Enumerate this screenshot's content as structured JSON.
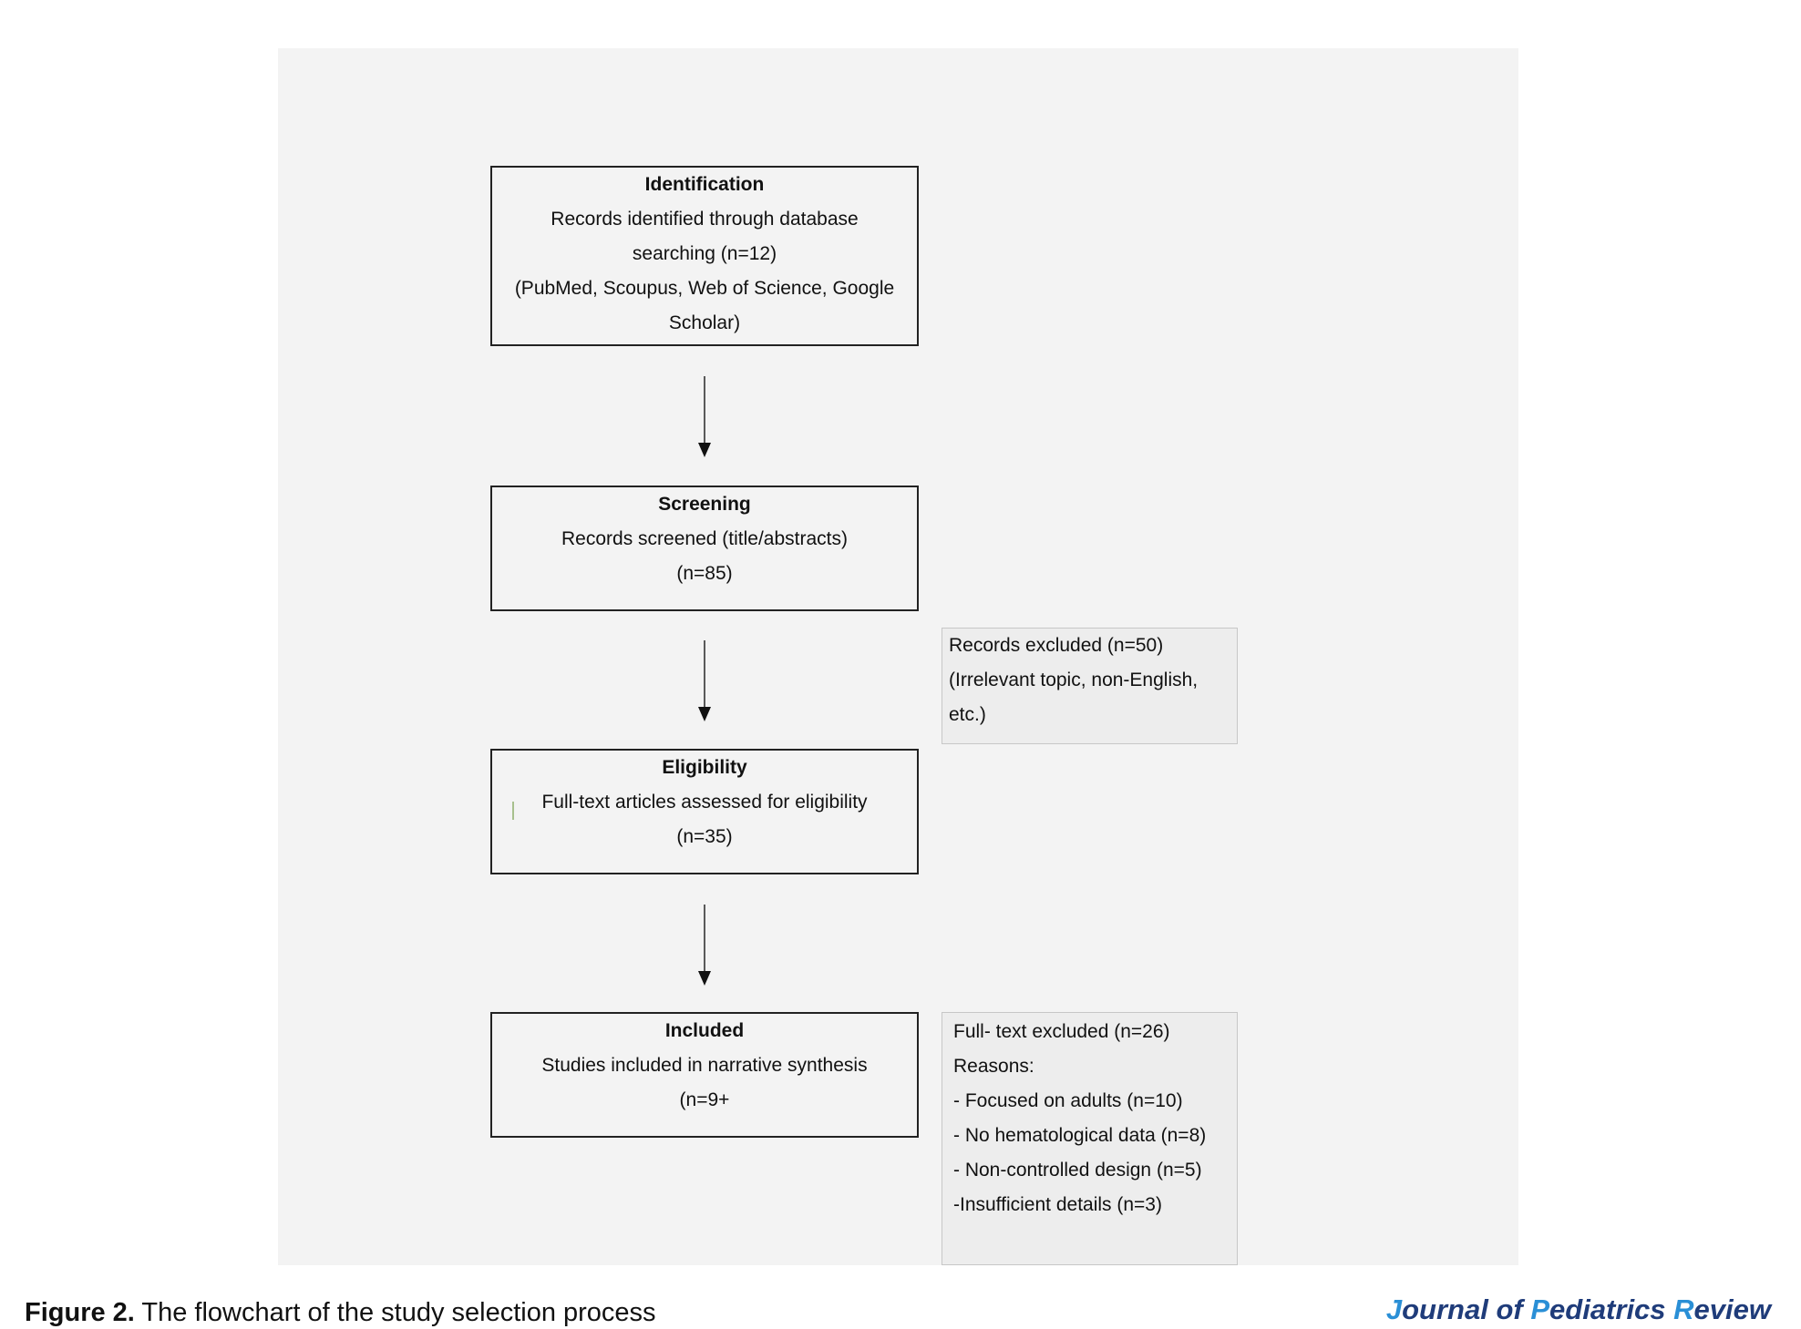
{
  "flow": {
    "identification": {
      "title": "Identification",
      "lines": [
        "Records identified through database",
        "searching (n=12)",
        "(PubMed, Scoupus, Web of Science, Google",
        "Scholar)"
      ]
    },
    "screening": {
      "title": "Screening",
      "lines": [
        "Records screened (title/abstracts)",
        "(n=85)"
      ]
    },
    "eligibility": {
      "title": "Eligibility",
      "lines": [
        "Full-text articles assessed for eligibility",
        "(n=35)"
      ]
    },
    "included": {
      "title": "Included",
      "lines": [
        "Studies included in narrative synthesis",
        "(n=9+"
      ]
    },
    "records_excluded": {
      "lines": [
        "Records excluded (n=50)",
        "(Irrelevant topic, non-English,",
        "etc.)"
      ]
    },
    "fulltext_excluded": {
      "lines": [
        "Full- text excluded (n=26)",
        "Reasons:",
        "- Focused on adults (n=10)",
        "- No hematological data (n=8)",
        "- Non-controlled design (n=5)",
        "-Insufficient details (n=3)"
      ]
    }
  },
  "caption": {
    "label": "Figure 2.",
    "text": " The flowchart of the study selection process"
  },
  "journal": {
    "j": "J",
    "ournal_of": "ournal of ",
    "p": "P",
    "ediatrics": "ediatrics ",
    "r": "R",
    "eview": "eview"
  },
  "colors": {
    "panel": "#f3f3f3",
    "border": "#222222",
    "journal_dark": "#1f3c7a",
    "journal_accent": "#2a8fd6"
  }
}
